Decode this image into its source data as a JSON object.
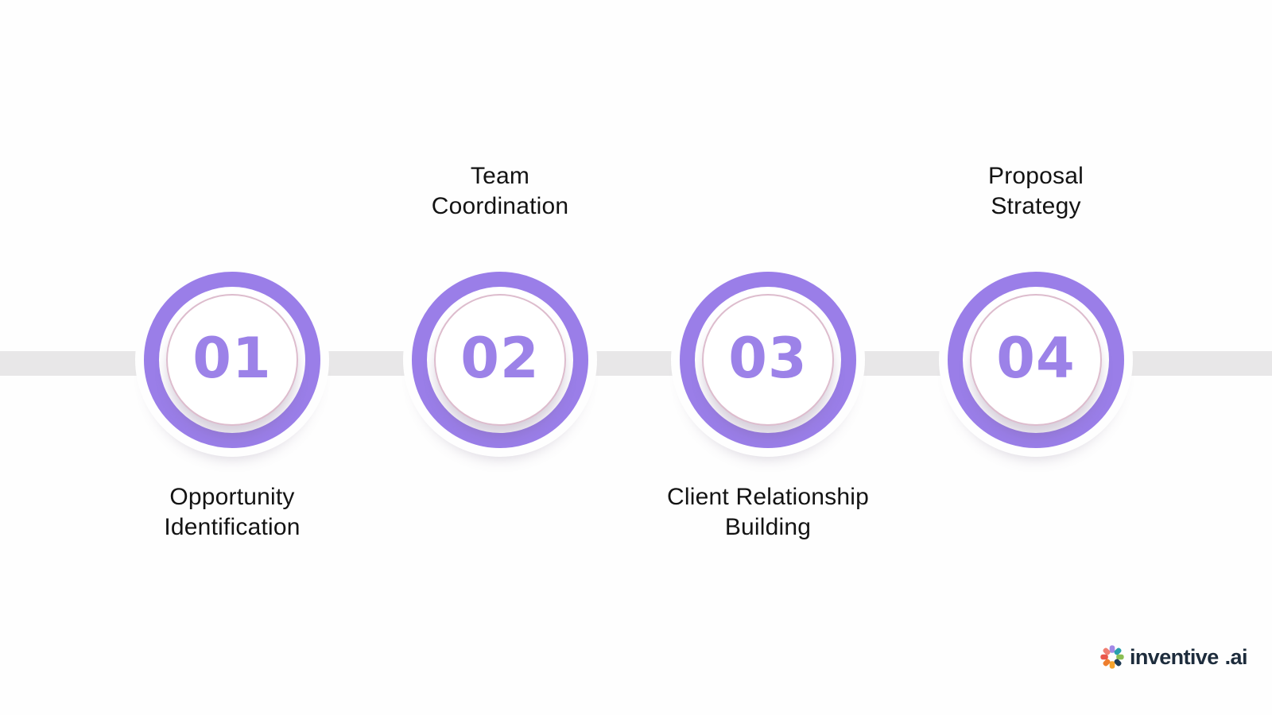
{
  "steps": [
    {
      "number": "01",
      "label": "Opportunity\nIdentification",
      "label_position": "below"
    },
    {
      "number": "02",
      "label": "Team\nCoordination",
      "label_position": "above"
    },
    {
      "number": "03",
      "label": "Client Relationship\nBuilding",
      "label_position": "below"
    },
    {
      "number": "04",
      "label": "Proposal\nStrategy",
      "label_position": "above"
    }
  ],
  "logo": {
    "text": "inventive",
    "suffix": ".ai",
    "icon": "pinwheel-asterisk-icon",
    "icon_colors": {
      "petal_top": "#a288e6",
      "petal_ne": "#28a0ae",
      "petal_e": "#8bbe52",
      "petal_se": "#1e3a52",
      "petal_bottom": "#f5a32c",
      "petal_sw": "#ee7e2e",
      "petal_w": "#e9574a",
      "petal_nw": "#f07f72"
    },
    "text_color": "#1d2c3c"
  },
  "colors": {
    "ring_purple": "#9a7ee8",
    "number_purple": "#9c82e8",
    "inner_border_pink": "#ddbccd",
    "track_gray": "#e8e7e8",
    "label_text": "#131313",
    "background": "#fefefe"
  }
}
